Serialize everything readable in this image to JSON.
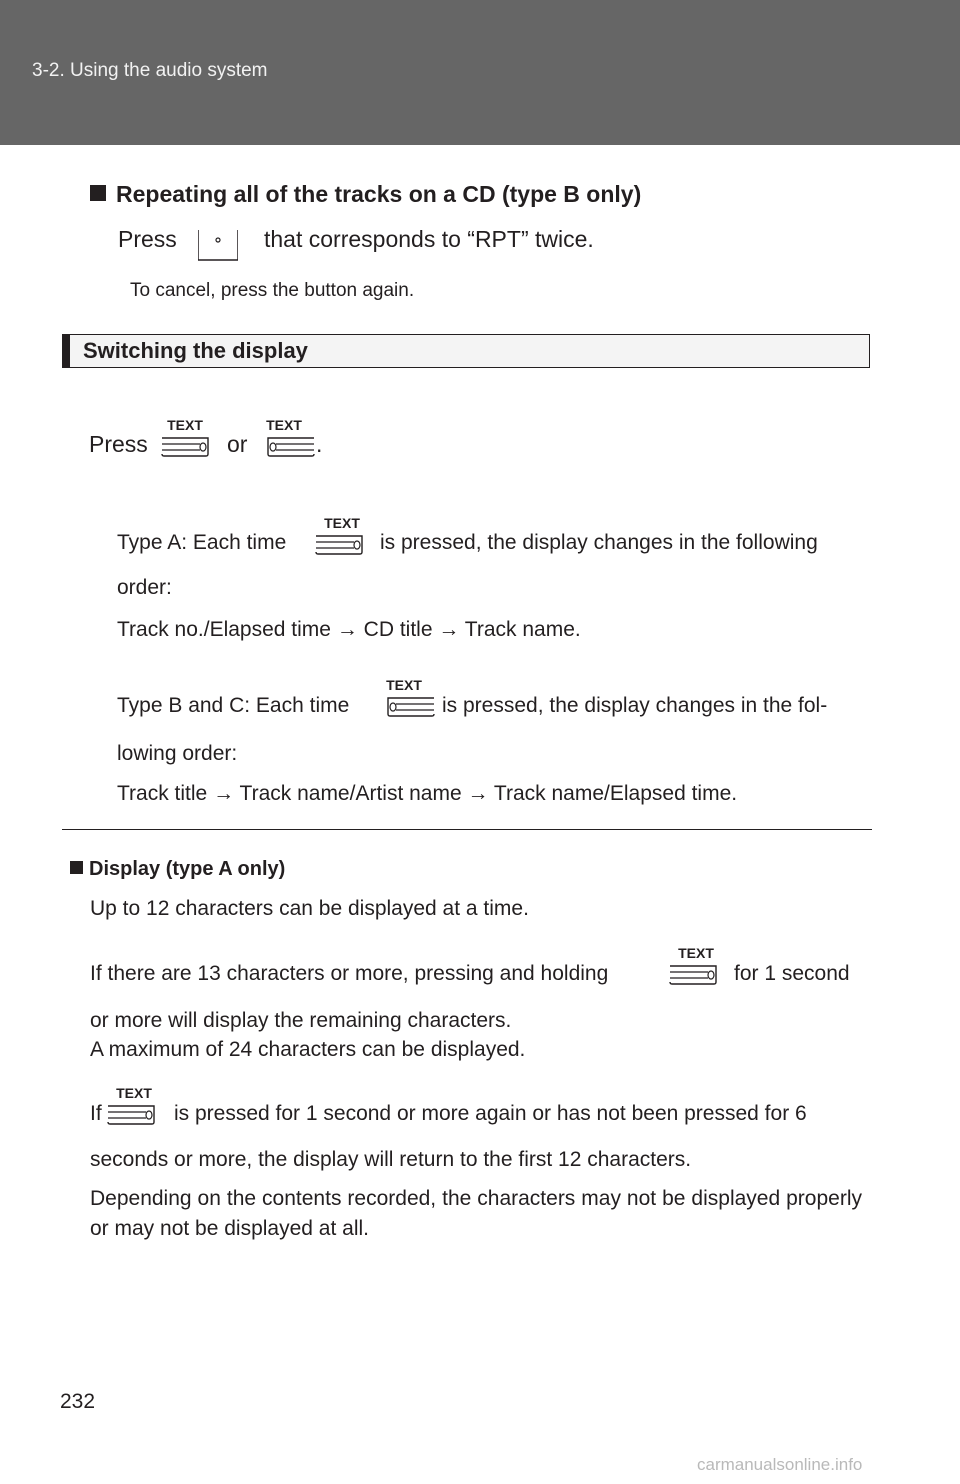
{
  "header": {
    "breadcrumb": "3-2. Using the audio system"
  },
  "repeat_section": {
    "heading": "Repeating all of the tracks on a CD (type B only)",
    "press_word": "Press",
    "instruction_rest": "that corresponds to “RPT” twice.",
    "cancel_note": "To cancel, press the button again."
  },
  "switching": {
    "section_title": "Switching the display",
    "press_word": "Press",
    "or_word": "or",
    "period": ".",
    "icon_label": "TEXT",
    "type_a_before": "Type A: Each time",
    "type_a_after": "is pressed, the display changes in the following",
    "type_a_line2": "order:",
    "type_a_sequence": "Track no./Elapsed time → CD title → Track name.",
    "type_bc_before": "Type B and C: Each time",
    "type_bc_after": "is pressed, the display changes in the fol-",
    "type_bc_line2": "lowing order:",
    "type_bc_sequence": "Track title → Track name/Artist name → Track name/Elapsed time."
  },
  "display_notes": {
    "heading": "Display (type A only)",
    "line1": "Up to 12 characters can be displayed at a time.",
    "p2_before": "If there are 13 characters or more, pressing and holding",
    "p2_after": "for 1 second",
    "p2_line2": "or more will display the remaining characters.",
    "p2_line3": "A maximum of 24 characters can be displayed.",
    "p3_before": "If",
    "p3_after": "is pressed for 1 second or more again or has not been pressed for 6",
    "p3_line2": "seconds or more, the display will return to the first 12 characters.",
    "p4": "Depending on the contents recorded, the characters may not be displayed properly or may not be displayed at all."
  },
  "page_number": "232",
  "watermark": "carmanualsonline.info"
}
